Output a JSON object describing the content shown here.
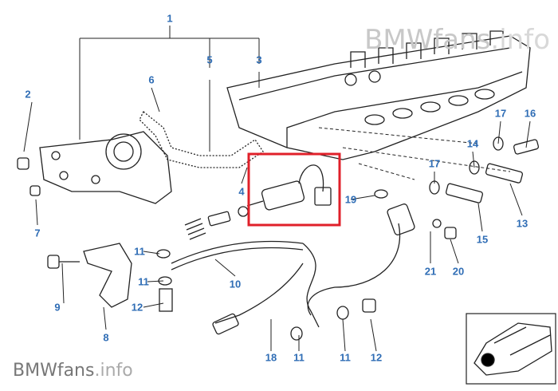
{
  "watermarks": {
    "top": {
      "brand": "BMWfans",
      "suffix": ".info"
    },
    "bottom": {
      "brand": "BMWfans",
      "suffix": ".info"
    }
  },
  "highlight_color": "#e0202a",
  "label_color": "#2f6db5",
  "callouts": [
    {
      "id": "c1",
      "text": "1"
    },
    {
      "id": "c5",
      "text": "5"
    },
    {
      "id": "c3",
      "text": "3"
    },
    {
      "id": "c6",
      "text": "6"
    },
    {
      "id": "c2",
      "text": "2"
    },
    {
      "id": "c7",
      "text": "7"
    },
    {
      "id": "c4",
      "text": "4"
    },
    {
      "id": "c17a",
      "text": "17"
    },
    {
      "id": "c16",
      "text": "16"
    },
    {
      "id": "c14",
      "text": "14"
    },
    {
      "id": "c17b",
      "text": "17"
    },
    {
      "id": "c19",
      "text": "19"
    },
    {
      "id": "c13",
      "text": "13"
    },
    {
      "id": "c15",
      "text": "15"
    },
    {
      "id": "c11a",
      "text": "11"
    },
    {
      "id": "c11b",
      "text": "11"
    },
    {
      "id": "c10",
      "text": "10"
    },
    {
      "id": "c12a",
      "text": "12"
    },
    {
      "id": "c9",
      "text": "9"
    },
    {
      "id": "c8",
      "text": "8"
    },
    {
      "id": "c21",
      "text": "21"
    },
    {
      "id": "c20",
      "text": "20"
    },
    {
      "id": "c18",
      "text": "18"
    },
    {
      "id": "c11c",
      "text": "11"
    },
    {
      "id": "c11d",
      "text": "11"
    },
    {
      "id": "c12b",
      "text": "12"
    }
  ]
}
